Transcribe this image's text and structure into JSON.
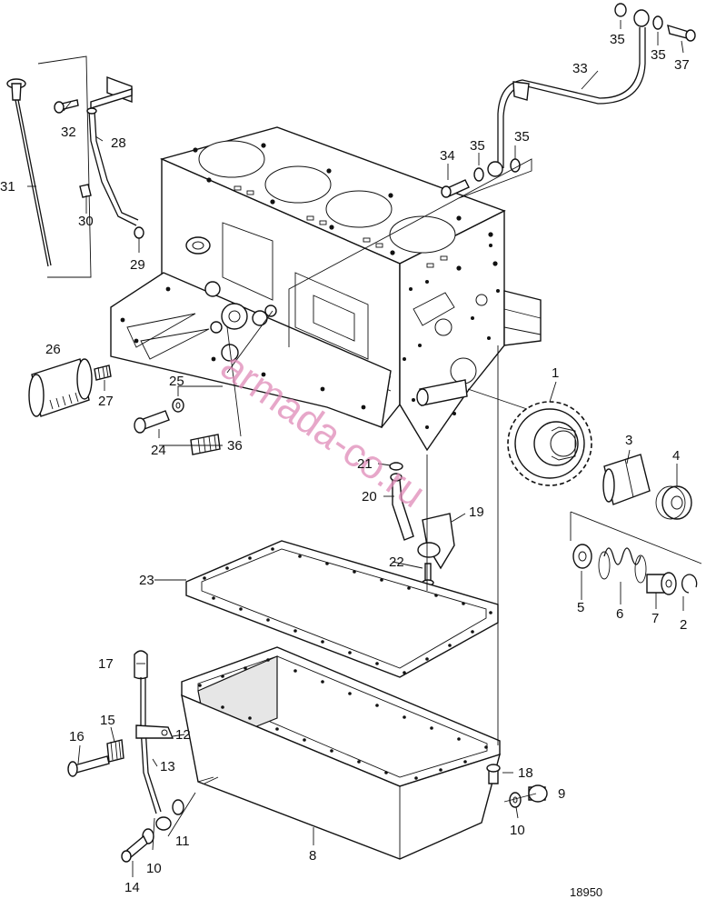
{
  "figure_id": "18950",
  "watermark": "armada-co.ru",
  "labels": {
    "l1": "1",
    "l2": "2",
    "l3": "3",
    "l4": "4",
    "l5": "5",
    "l6": "6",
    "l7": "7",
    "l8": "8",
    "l9": "9",
    "l10a": "10",
    "l10b": "10",
    "l11": "11",
    "l12": "12",
    "l13": "13",
    "l14": "14",
    "l15": "15",
    "l16": "16",
    "l17": "17",
    "l18": "18",
    "l19": "19",
    "l20": "20",
    "l21": "21",
    "l22": "22",
    "l23": "23",
    "l24": "24",
    "l25": "25",
    "l26": "26",
    "l27": "27",
    "l28": "28",
    "l29": "29",
    "l30": "30",
    "l31": "31",
    "l32": "32",
    "l33": "33",
    "l34": "34",
    "l35a": "35",
    "l35b": "35",
    "l35c": "35",
    "l35d": "35",
    "l36": "36",
    "l37": "37"
  }
}
